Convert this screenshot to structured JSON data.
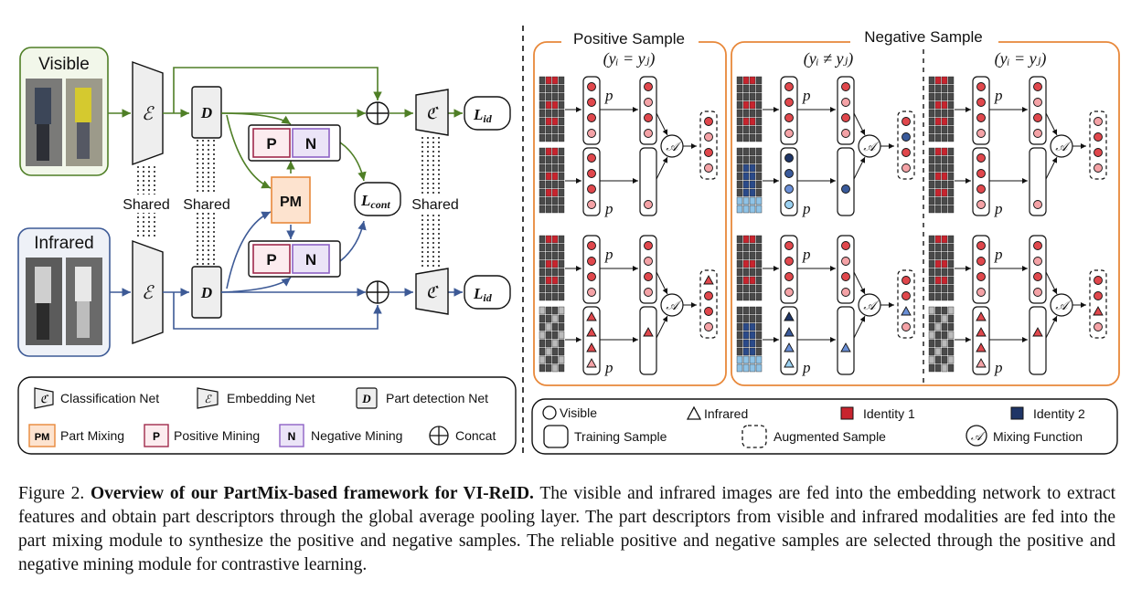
{
  "figure": {
    "left": {
      "visible_label": "Visible",
      "infrared_label": "Infrared",
      "encoder": "ℰ",
      "part": "D",
      "classifier": "ℭ",
      "lid": "L",
      "lid_sub": "id",
      "lcont": "L",
      "lcont_sub": "cont",
      "shared": "Shared",
      "pm": "PM",
      "p": "P",
      "n": "N"
    },
    "legend_left": {
      "classification": "Classification Net",
      "embedding": "Embedding Net",
      "part_detection": "Part detection Net",
      "part_mixing": "Part Mixing",
      "positive_mining": "Positive Mining",
      "negative_mining": "Negative Mining",
      "concat": "Concat"
    },
    "right": {
      "positive_title": "Positive Sample",
      "positive_cond": "(yᵢ = yⱼ)",
      "negative_title": "Negative Sample",
      "negative_cond1": "(yᵢ ≠ yⱼ)",
      "negative_cond2": "(yᵢ = yⱼ)",
      "p_i_v": "p",
      "mix_symbol": "𝒜"
    },
    "legend_right": {
      "visible": "Visible",
      "infrared": "Infrared",
      "identity1": "Identity 1",
      "identity2": "Identity 2",
      "training": "Training Sample",
      "augmented": "Augmented Sample",
      "mixing": "Mixing Function"
    },
    "colors": {
      "green": "#4f7f26",
      "blue": "#3d5a96",
      "orange": "#e8883a",
      "red": "#e0474c",
      "pink": "#f4a2a6",
      "navy": "#1f3566",
      "purple": "#8e62c5"
    }
  },
  "caption": {
    "label": "Figure 2.",
    "title": "Overview of our PartMix-based framework for VI-ReID.",
    "body": "The visible and infrared images are fed into the embedding network to extract features and obtain part descriptors through the global average pooling layer.  The part descriptors from visible and infrared modalities are fed into the part mixing module to synthesize the positive and negative samples. The reliable positive and negative samples are selected through the positive and negative mining module for contrastive learning."
  }
}
